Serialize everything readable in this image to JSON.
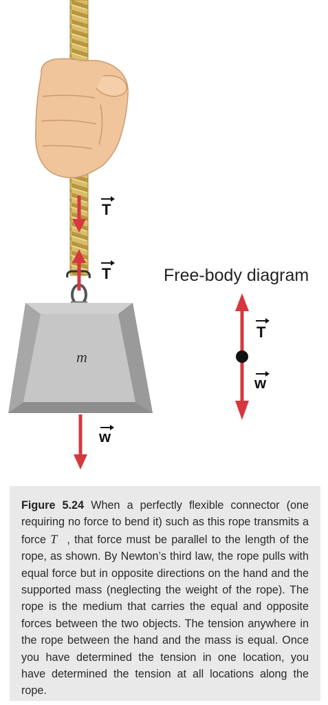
{
  "colors": {
    "arrow": "#d7373f",
    "rope": "#d9bd6a",
    "weight_face": "#c6c6c6",
    "caption_bg": "#e9e9e9"
  },
  "diagram": {
    "force_labels": {
      "tension_upper": "T",
      "tension_lower": "T",
      "weight": "w"
    },
    "mass_label": "m",
    "fbd": {
      "title": "Free-body diagram",
      "tension_label": "T",
      "weight_label": "w"
    }
  },
  "caption": {
    "figure_label": "Figure 5.24",
    "text_before_symbol": "When a perfectly flexible connector (one requiring no force to bend it) such as this rope transmits a force",
    "symbol": "T",
    "text_after_symbol": ", that force must be parallel to the length of the rope, as shown. By Newton’s third law, the rope pulls with equal force but in opposite directions on the hand and the supported mass (neglecting the weight of the rope). The rope is the medium that carries the equal and opposite forces between the two objects. The tension anywhere in the rope between the hand and the mass is equal. Once you have determined the tension in one location, you have determined the tension at all locations along the rope."
  }
}
